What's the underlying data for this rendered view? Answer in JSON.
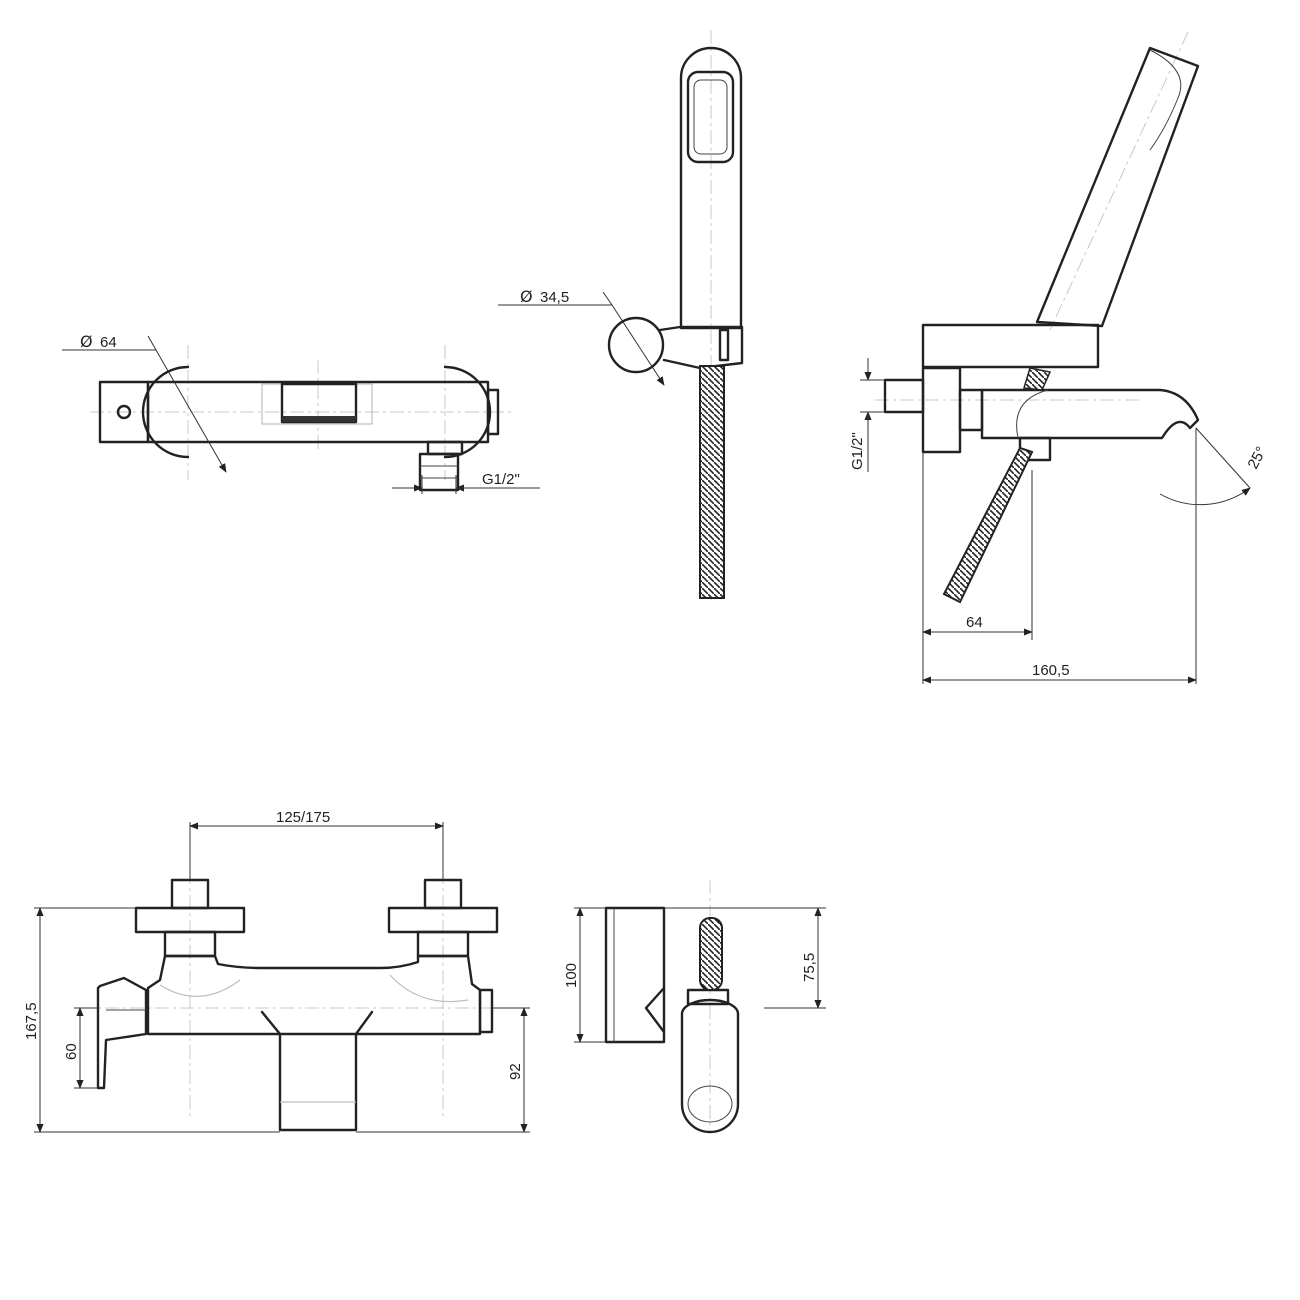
{
  "views": {
    "top_mixer": {
      "diameter_label": "64",
      "thread_label": "G1/2\""
    },
    "hand_shower": {
      "diameter_label": "34,5"
    },
    "side_view": {
      "thread_label": "G1/2\"",
      "angle_label": "25°",
      "depth_label": "64",
      "total_depth_label": "160,5"
    },
    "front_view": {
      "spacing_label": "125/175",
      "height_label": "167,5",
      "lever_label": "60",
      "outlet_label": "92"
    },
    "side_bracket": {
      "height_label": "100",
      "holder_label": "75,5"
    }
  },
  "symbols": {
    "diameter": "Ø"
  },
  "colors": {
    "line": "#222222",
    "centerline": "#c8c8c8",
    "background": "#ffffff"
  }
}
